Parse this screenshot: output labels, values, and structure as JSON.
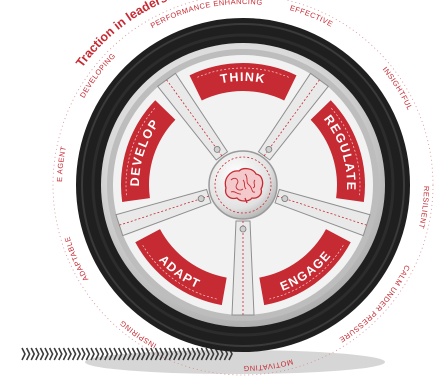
{
  "title": "Traction in leadership development",
  "center_icon": "brain-icon",
  "segments": [
    {
      "label": "THINK"
    },
    {
      "label": "REGULATE"
    },
    {
      "label": "ENGAGE"
    },
    {
      "label": "ADAPT"
    },
    {
      "label": "DEVELOP"
    }
  ],
  "outer_labels": [
    {
      "label": "EFFECTIVE"
    },
    {
      "label": "INSIGHTFUL"
    },
    {
      "label": "RESILIENT"
    },
    {
      "label": "CALM UNDER PRESSURE"
    },
    {
      "label": "MOTIVATING"
    },
    {
      "label": "INSPIRING"
    },
    {
      "label": "ADAPTABLE"
    },
    {
      "label": "CHANGE AGENT"
    },
    {
      "label": "DEVELOPING"
    },
    {
      "label": "PERFORMANCE ENHANCING"
    }
  ],
  "colors": {
    "accent": "#c62a32",
    "tyre": "#1f1f1f",
    "rim": "#d7d7d7",
    "background": "#ffffff"
  }
}
